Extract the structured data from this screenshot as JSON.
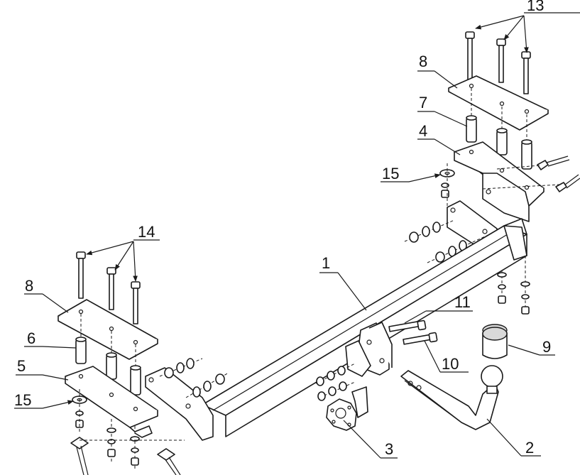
{
  "callouts": {
    "c1": "1",
    "c2": "2",
    "c3": "3",
    "c4": "4",
    "c5": "5",
    "c6": "6",
    "c7": "7",
    "c8_right": "8",
    "c8_left": "8",
    "c9": "9",
    "c10": "10",
    "c11": "11",
    "c13": "13",
    "c14": "14",
    "c15_right": "15",
    "c15_left": "15"
  },
  "colors": {
    "line": "#1a1a1a",
    "background": "#ffffff",
    "ball_shade": "#d9d9d9"
  }
}
